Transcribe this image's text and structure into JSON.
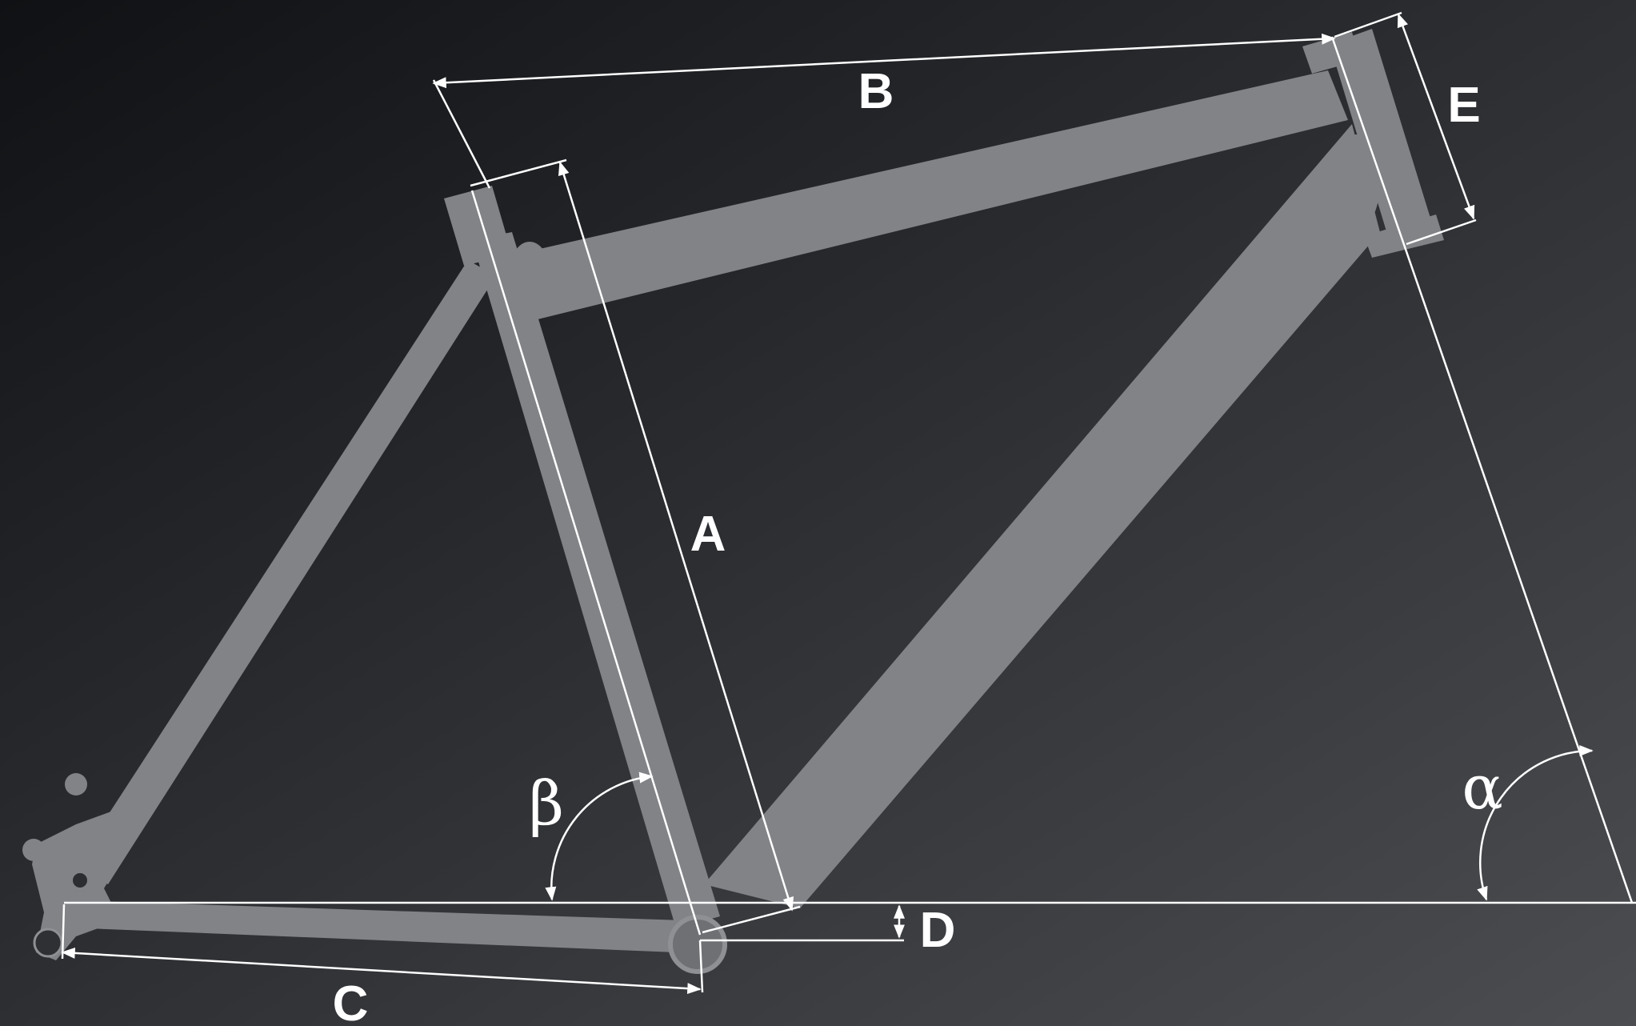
{
  "diagram": {
    "labels": {
      "a": "A",
      "b": "B",
      "c": "C",
      "d": "D",
      "e": "E",
      "alpha": "α",
      "beta": "β"
    },
    "colors": {
      "background_dark": "#0f1114",
      "background_light": "#4b4d51",
      "frame": "#818387",
      "frame_outline": "#8e9094",
      "dimension_lines": "#ffffff"
    }
  }
}
